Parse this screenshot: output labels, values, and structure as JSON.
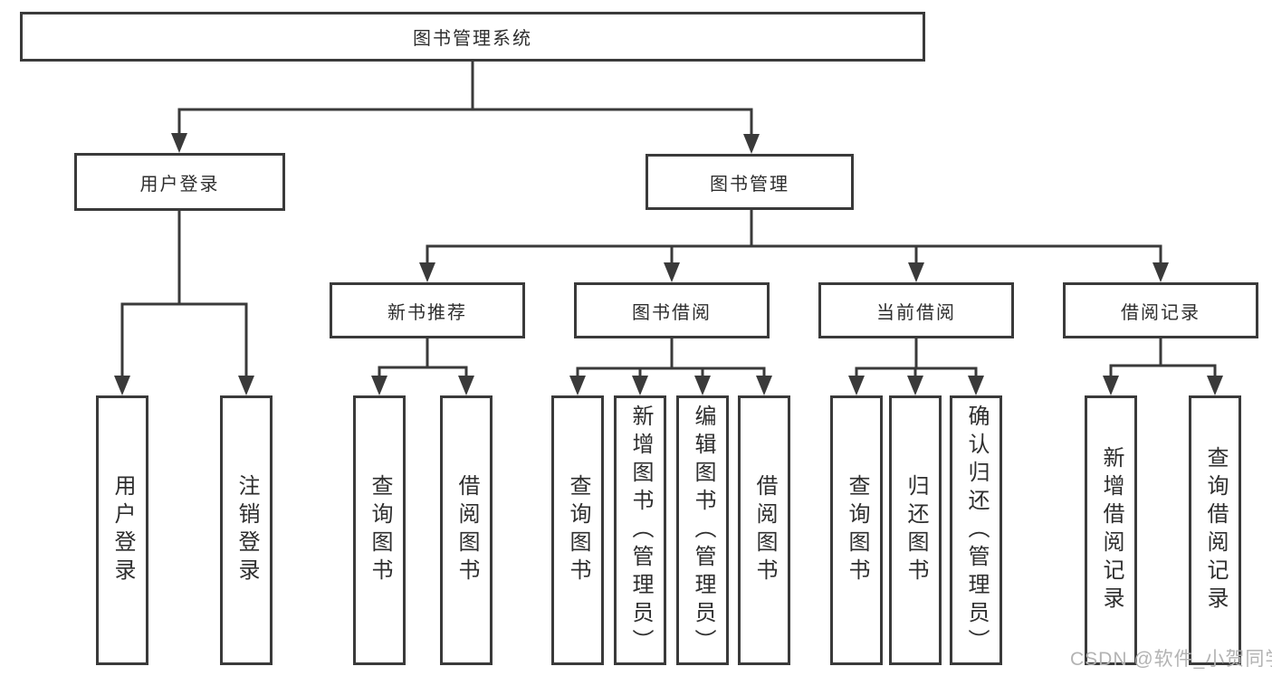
{
  "diagram": {
    "nodes": {
      "root": {
        "label": "图书管理系统"
      },
      "user_login": {
        "label": "用户登录"
      },
      "book_mgmt": {
        "label": "图书管理"
      },
      "new_books": {
        "label": "新书推荐"
      },
      "book_borrow": {
        "label": "图书借阅"
      },
      "current_borrow": {
        "label": "当前借阅"
      },
      "borrow_records": {
        "label": "借阅记录"
      },
      "leaf_user_login": {
        "label": "用户登录"
      },
      "leaf_logout": {
        "label": "注销登录"
      },
      "leaf_nb_query": {
        "label": "查询图书"
      },
      "leaf_nb_borrow": {
        "label": "借阅图书"
      },
      "leaf_bb_query": {
        "label": "查询图书"
      },
      "leaf_bb_add": {
        "label": "新增图书（管理员）"
      },
      "leaf_bb_edit": {
        "label": "编辑图书（管理员）"
      },
      "leaf_bb_borrow": {
        "label": "借阅图书"
      },
      "leaf_cb_query": {
        "label": "查询图书"
      },
      "leaf_cb_return": {
        "label": "归还图书"
      },
      "leaf_cb_confirm": {
        "label": "确认归还（管理员）"
      },
      "leaf_br_add": {
        "label": "新增借阅记录"
      },
      "leaf_br_query": {
        "label": "查询借阅记录"
      }
    },
    "structure": [
      {
        "parent": "图书管理系统",
        "children": [
          "用户登录",
          "图书管理"
        ]
      },
      {
        "parent": "用户登录",
        "children": [
          "用户登录",
          "注销登录"
        ]
      },
      {
        "parent": "图书管理",
        "children": [
          "新书推荐",
          "图书借阅",
          "当前借阅",
          "借阅记录"
        ]
      },
      {
        "parent": "新书推荐",
        "children": [
          "查询图书",
          "借阅图书"
        ]
      },
      {
        "parent": "图书借阅",
        "children": [
          "查询图书",
          "新增图书（管理员）",
          "编辑图书（管理员）",
          "借阅图书"
        ]
      },
      {
        "parent": "当前借阅",
        "children": [
          "查询图书",
          "归还图书",
          "确认归还（管理员）"
        ]
      },
      {
        "parent": "借阅记录",
        "children": [
          "新增借阅记录",
          "查询借阅记录"
        ]
      }
    ],
    "watermark": {
      "text": "CSDN @软件_小贺同学"
    },
    "colors": {
      "line": "#3a3a3a",
      "text": "#2e2e2e",
      "watermark": "#b3b3b3",
      "background": "#ffffff"
    }
  }
}
